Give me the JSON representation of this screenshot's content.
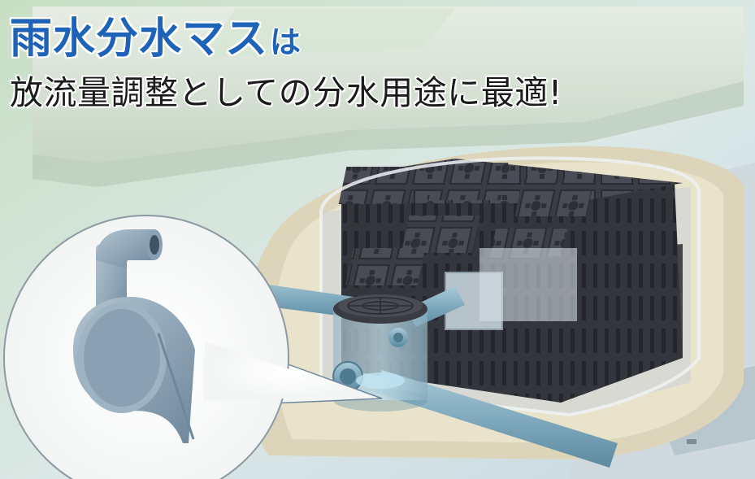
{
  "headline": {
    "accent": "雨水分水マス",
    "particle": "は",
    "subline": "放流量調整としての分水用途に最適!"
  },
  "colors": {
    "accent": "#1f63b8",
    "body_text": "#1b1b1b",
    "tank_block": "#3a3c44",
    "pipe": "#7fa9bd",
    "soil": "#d9cfb3",
    "grass_tint": "#cfe3c4"
  },
  "icons": {
    "product": "water-diversion-fitting-icon",
    "manhole_cover": "manhole-cover-icon"
  }
}
